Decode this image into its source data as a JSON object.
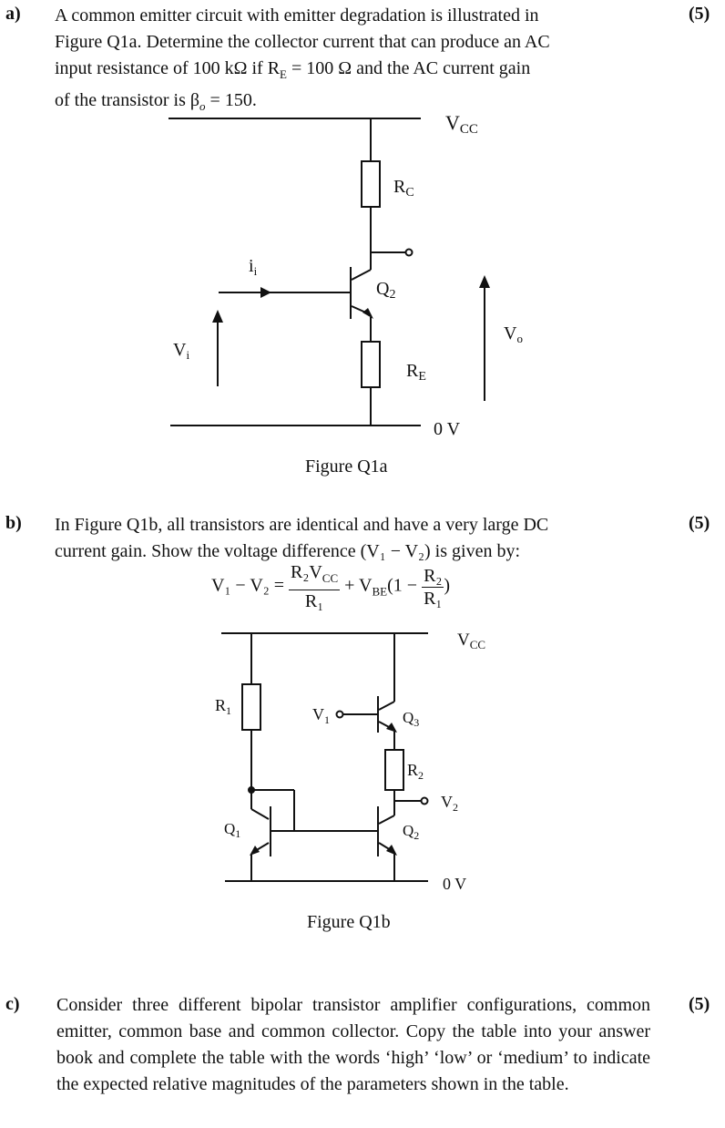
{
  "part_a": {
    "label": "a)",
    "marks": "(5)",
    "text_line1": "A common emitter circuit with emitter degradation is illustrated in",
    "text_line2": "Figure Q1a. Determine the collector current that can produce an AC",
    "text_line3_prefix": "input resistance of 100 kΩ if R",
    "text_line3_sub": "E",
    "text_line3_mid": " = 100 Ω and the AC current gain",
    "text_line4_prefix": "of the transistor is β",
    "text_line4_sub": "o",
    "text_line4_suffix": " = 150.",
    "figure": {
      "vcc": "V",
      "vcc_sub": "CC",
      "rc": "R",
      "rc_sub": "C",
      "ii": "i",
      "ii_sub": "i",
      "q2": "Q",
      "q2_sub": "2",
      "vi": "V",
      "vi_sub": "i",
      "vo": "V",
      "vo_sub": "o",
      "re": "R",
      "re_sub": "E",
      "zero_v": "0 V"
    },
    "caption": "Figure Q1a"
  },
  "part_b": {
    "label": "b)",
    "marks": "(5)",
    "text_line1": "In Figure Q1b, all transistors are identical and have a very large DC",
    "text_line2": "current gain. Show the voltage difference (V₁ − V₂)  is given by:",
    "equation": {
      "lhs": "V₁ − V₂ =",
      "frac1_num": "R₂V",
      "frac1_num_sub": "CC",
      "frac1_den": "R₁",
      "plus": "+ V",
      "vbe_sub": "BE",
      "paren_open": "(1 −",
      "frac2_num": "R₂",
      "frac2_den": "R₁",
      "paren_close": ")"
    },
    "figure": {
      "vcc": "V",
      "vcc_sub": "CC",
      "r1": "R",
      "r1_sub": "1",
      "v1": "V",
      "v1_sub": "1",
      "q3": "Q",
      "q3_sub": "3",
      "r2": "R",
      "r2_sub": "2",
      "v2": "V",
      "v2_sub": "2",
      "q1": "Q",
      "q1_sub": "1",
      "q2": "Q",
      "q2_sub": "2",
      "zero_v": "0 V"
    },
    "caption": "Figure Q1b"
  },
  "part_c": {
    "label": "c)",
    "marks": "(5)",
    "text": "Consider three different bipolar transistor amplifier configurations, common emitter, common base and common collector. Copy the table into your answer book and complete the table with the words ‘high’ ‘low’ or ‘medium’ to indicate the expected relative magnitudes of the parameters shown in the table."
  }
}
